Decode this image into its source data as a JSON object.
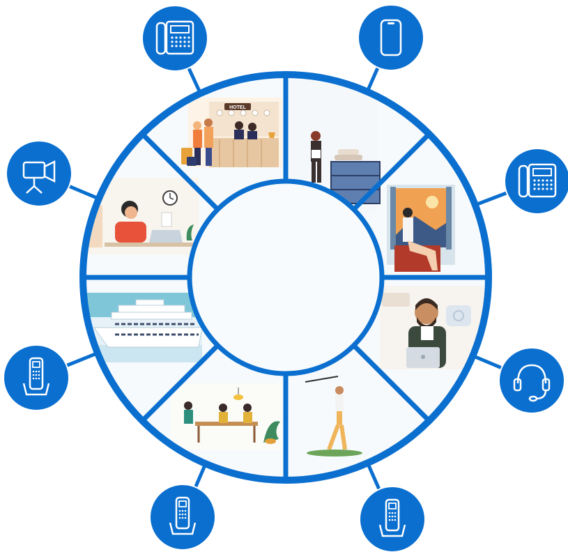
{
  "colors": {
    "ring": "#0a6fcf",
    "node": "#0a6fcf",
    "node_stroke": "#ffffff",
    "hub_fill": "#f8fbfd",
    "segment_bg": "#f7fafc"
  },
  "devices": [
    {
      "icon": "desk-phone-icon"
    },
    {
      "icon": "smartphone-icon"
    },
    {
      "icon": "desk-phone-icon"
    },
    {
      "icon": "headset-icon"
    },
    {
      "icon": "cordless-phone-dock-icon"
    },
    {
      "icon": "cordless-phone-dock-icon"
    },
    {
      "icon": "cordless-phone-dock-icon"
    },
    {
      "icon": "video-camera-icon"
    }
  ],
  "scenes": [
    {
      "name": "hotel-reception",
      "sign": "HOTEL"
    },
    {
      "name": "housekeeping-cart"
    },
    {
      "name": "guest-at-window"
    },
    {
      "name": "call-center-agent"
    },
    {
      "name": "golfer"
    },
    {
      "name": "restaurant-dining"
    },
    {
      "name": "cruise-ship"
    },
    {
      "name": "office-worker"
    }
  ]
}
